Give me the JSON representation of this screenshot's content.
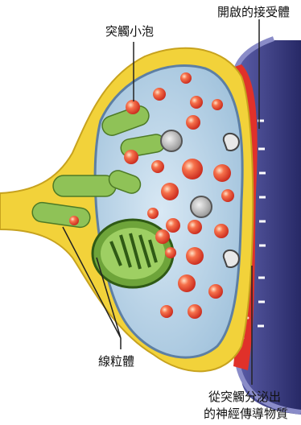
{
  "labels": {
    "synaptic_vesicle": "突觸小泡",
    "open_receptor": "開啟的接受體",
    "mitochondria": "線粒體",
    "released_line1": "從突觸分泌出",
    "released_line2": "的神經傳導物質"
  },
  "colors": {
    "axon_yellow": "#f2d23a",
    "terminal_fill": "#bcd7ea",
    "postsynaptic_purple": "#3d3f86",
    "synaptic_cleft_red": "#e0312a",
    "vesicle_red": "#e6492c",
    "mitochondria_green": "#6ea43a"
  }
}
